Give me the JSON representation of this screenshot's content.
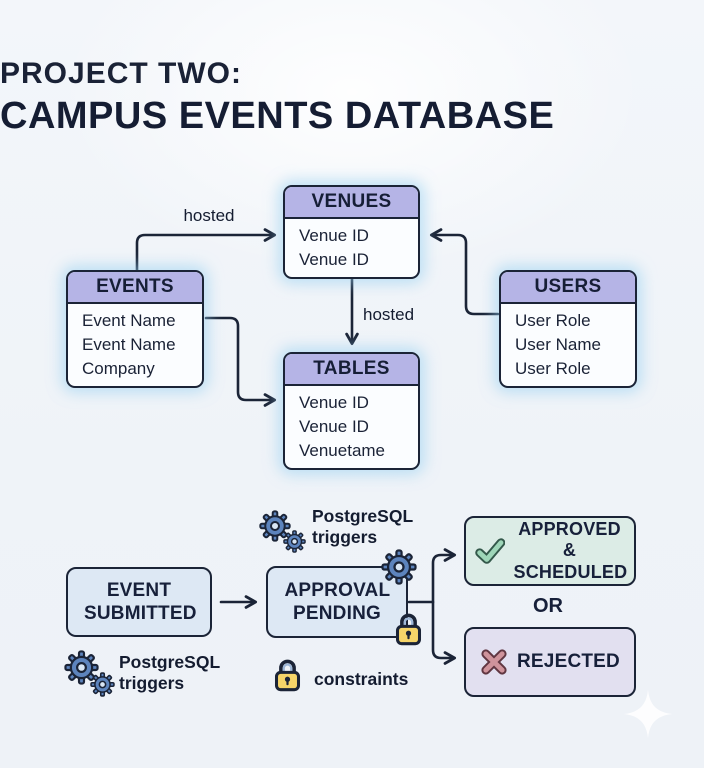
{
  "title": {
    "line1": "PROJECT TWO:",
    "line2": "CAMPUS EVENTS DATABASE"
  },
  "er_diagram": {
    "tables": {
      "events": {
        "name": "EVENTS",
        "rows": [
          "Event Name",
          "Event Name",
          "Company"
        ]
      },
      "venues": {
        "name": "VENUES",
        "rows": [
          "Venue ID",
          "Venue ID"
        ]
      },
      "users": {
        "name": "USERS",
        "rows": [
          "User Role",
          "User Name",
          "User Role"
        ]
      },
      "tables": {
        "name": "TABLES",
        "rows": [
          "Venue ID",
          "Venue ID",
          "Venuetame"
        ]
      }
    },
    "edge_labels": {
      "events_to_venues": "hosted",
      "venues_to_tables": "hosted"
    }
  },
  "flow": {
    "event_submitted_label": "EVENT SUBMITTED",
    "approval_pending_label": "APPROVAL PENDING",
    "approved_label": "APPROVED & SCHEDULED",
    "or_label": "OR",
    "rejected_label": "REJECTED",
    "triggers_left_label": "PostgreSQL triggers",
    "triggers_top_label": "PostgreSQL triggers",
    "constraints_label": "constraints"
  },
  "icons": {
    "gears": "gear-cogs",
    "lock": "padlock",
    "check": "checkmark",
    "cross": "x-mark",
    "sparkle": "four-point-star"
  },
  "colors": {
    "background": "#f1f5f9",
    "outline_navy": "#1b2437",
    "table_header_purple": "#b5b4e6",
    "table_body_white": "#fbfdff",
    "flow_blue": "#dde8f4",
    "approved_mint": "#dcece6",
    "rejected_lavender": "#e2e0f0",
    "gear_blue": "#5d84bd",
    "lock_yellow": "#f6d569",
    "check_green": "#9ed6b8",
    "cross_red": "#cf939b",
    "glow_blue": "#a8d4ee"
  }
}
